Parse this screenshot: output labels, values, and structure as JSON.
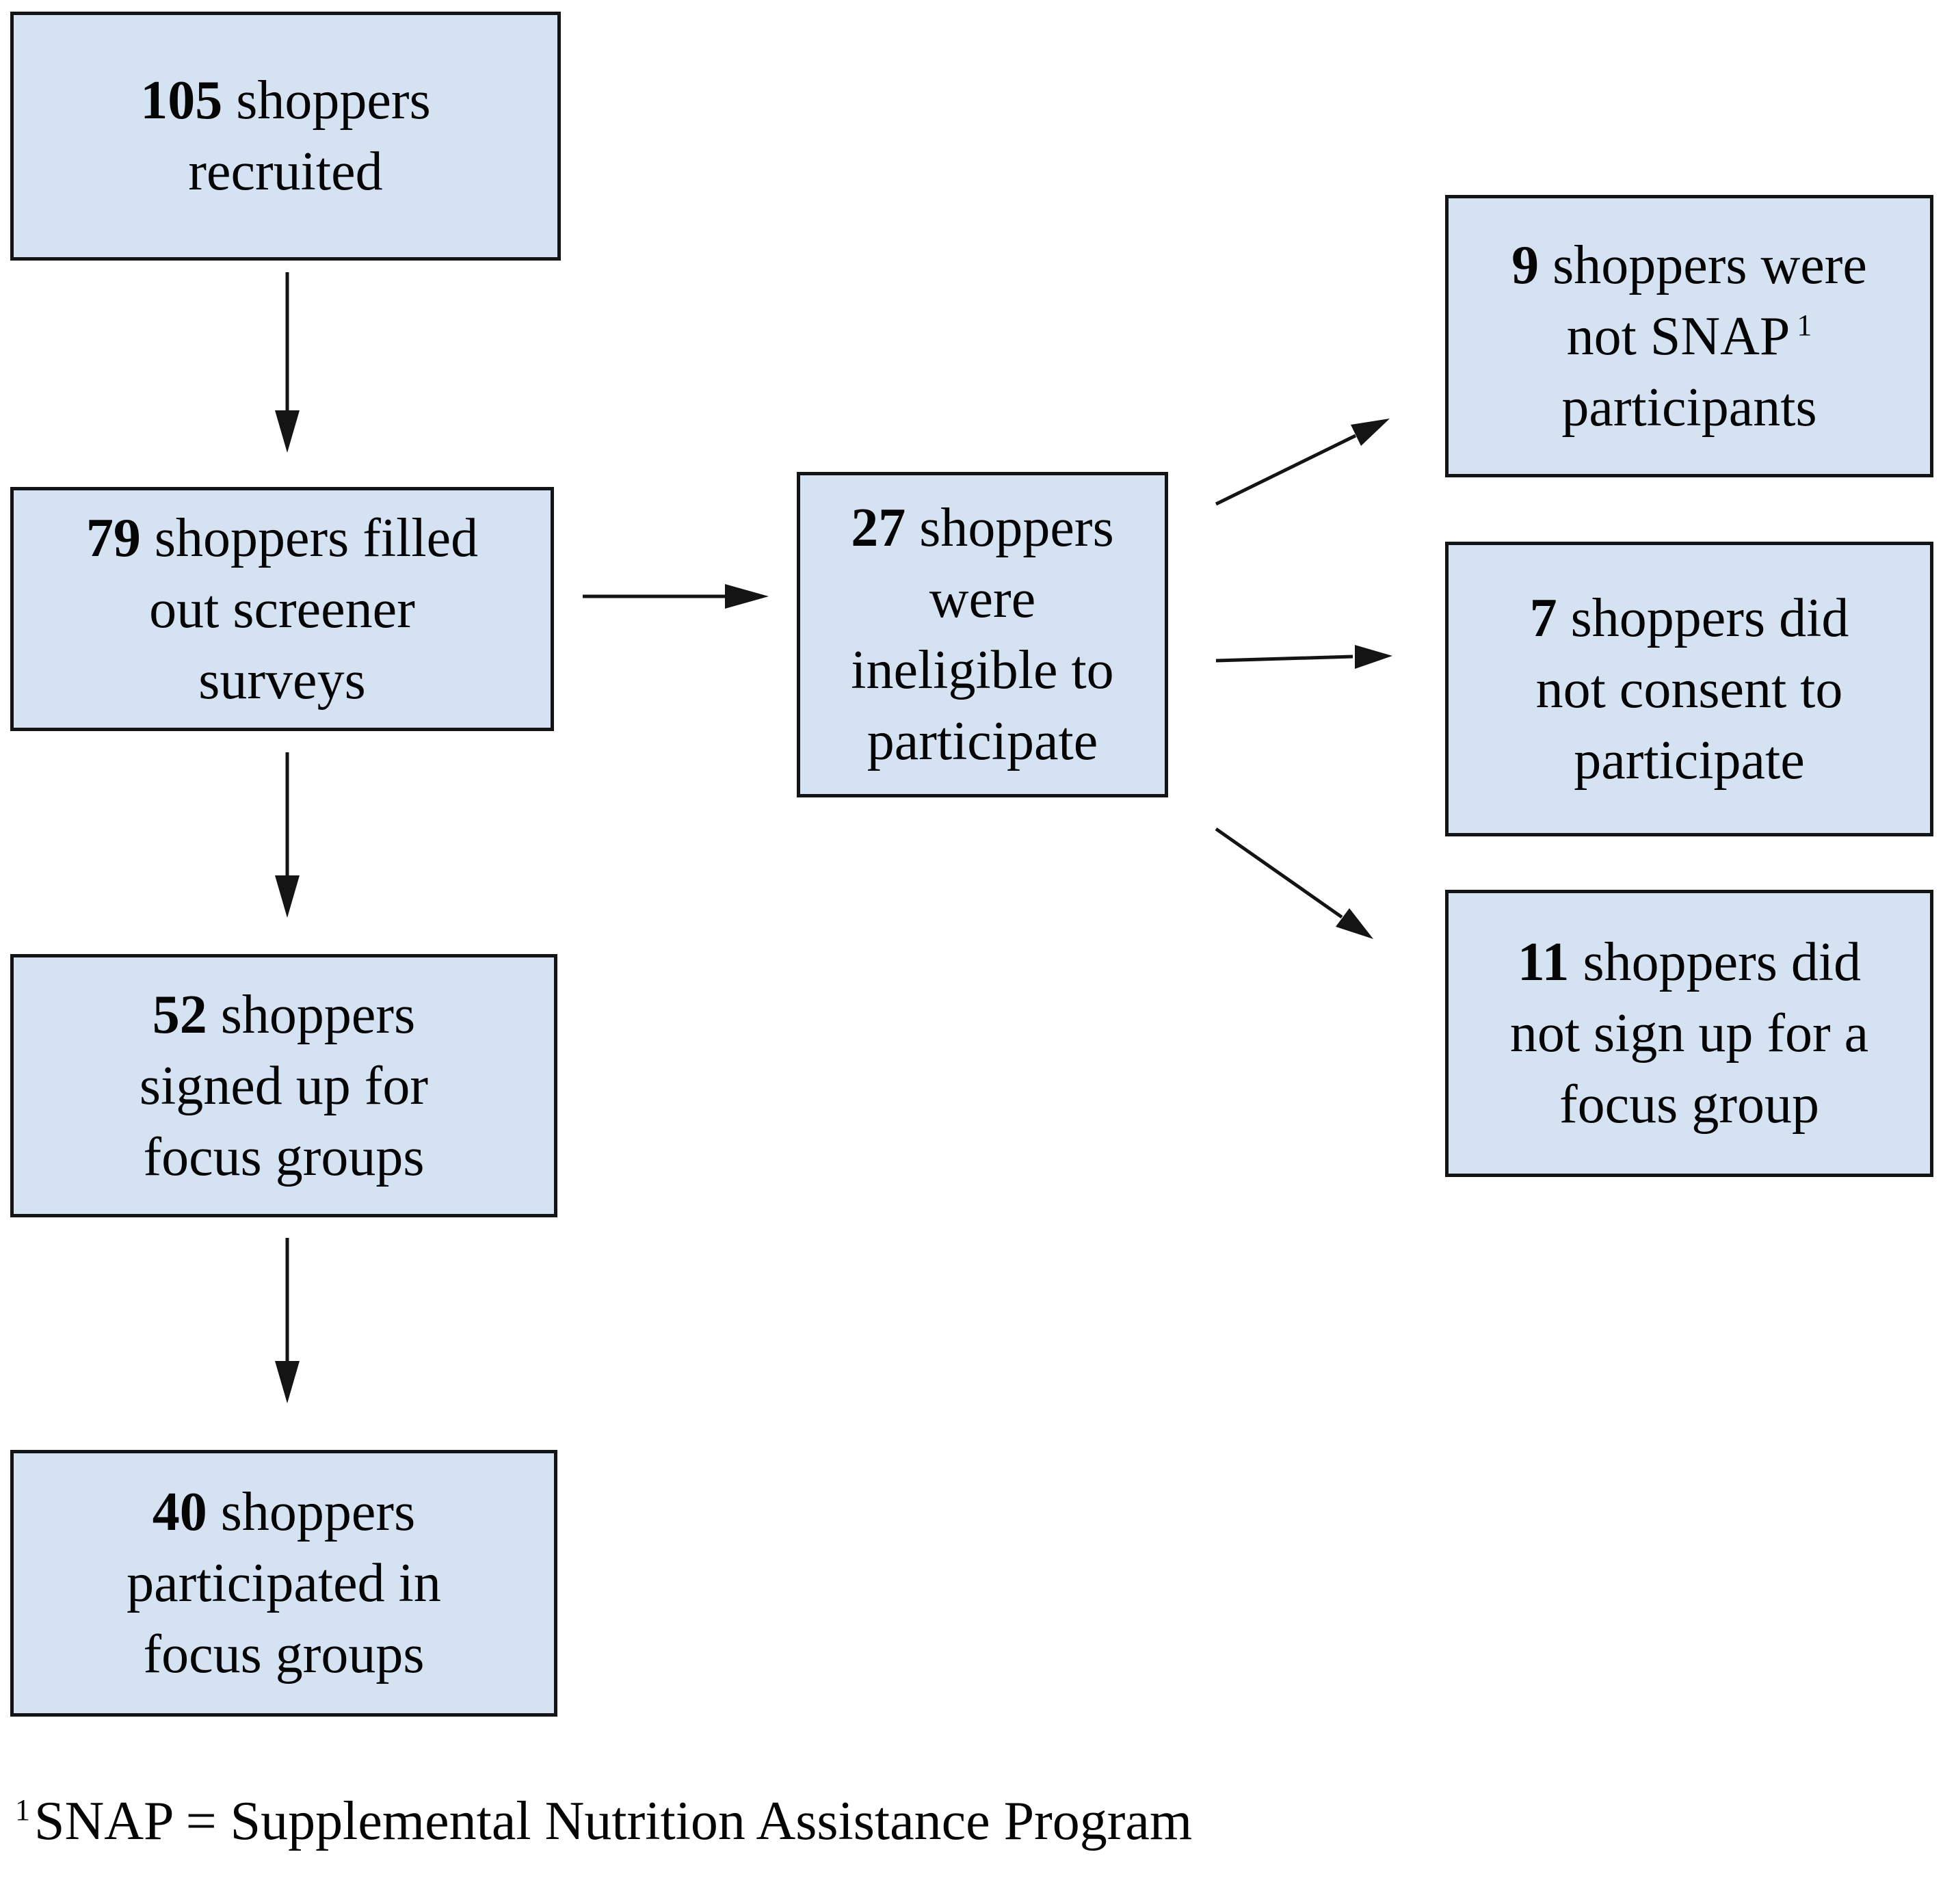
{
  "diagram": {
    "description_counts": {
      "recruited": 105,
      "filled_screener": 79,
      "ineligible": 27,
      "not_snap": 9,
      "no_consent": 7,
      "no_focus_group_signup": 11,
      "signed_up": 52,
      "participated": 40
    }
  },
  "boxes": {
    "recruited": {
      "number": "105",
      "rest": " shoppers\nrecruited"
    },
    "screener": {
      "number": "79",
      "rest": " shoppers filled\nout screener\nsurveys"
    },
    "signed_up": {
      "number": "52",
      "rest": " shoppers\nsigned up for\nfocus groups"
    },
    "participated": {
      "number": "40",
      "rest": " shoppers\nparticipated in\nfocus groups"
    },
    "ineligible": {
      "number": "27",
      "rest": " shoppers\nwere\nineligible to\nparticipate"
    },
    "not_snap": {
      "number": "9",
      "pre": " shoppers were\nnot SNAP",
      "sup": "1",
      "post": "participants"
    },
    "no_consent": {
      "number": "7",
      "rest": " shoppers did\nnot consent to\nparticipate"
    },
    "no_signup": {
      "number": "11",
      "rest": " shoppers did\nnot sign up for a\nfocus group"
    }
  },
  "footnote": {
    "sup": "1",
    "text": "SNAP = Supplemental Nutrition Assistance Program"
  },
  "colors": {
    "box_fill": "#d4e2f2",
    "box_border": "#141414",
    "arrow": "#141414",
    "text": "#050505",
    "background": "#ffffff"
  }
}
